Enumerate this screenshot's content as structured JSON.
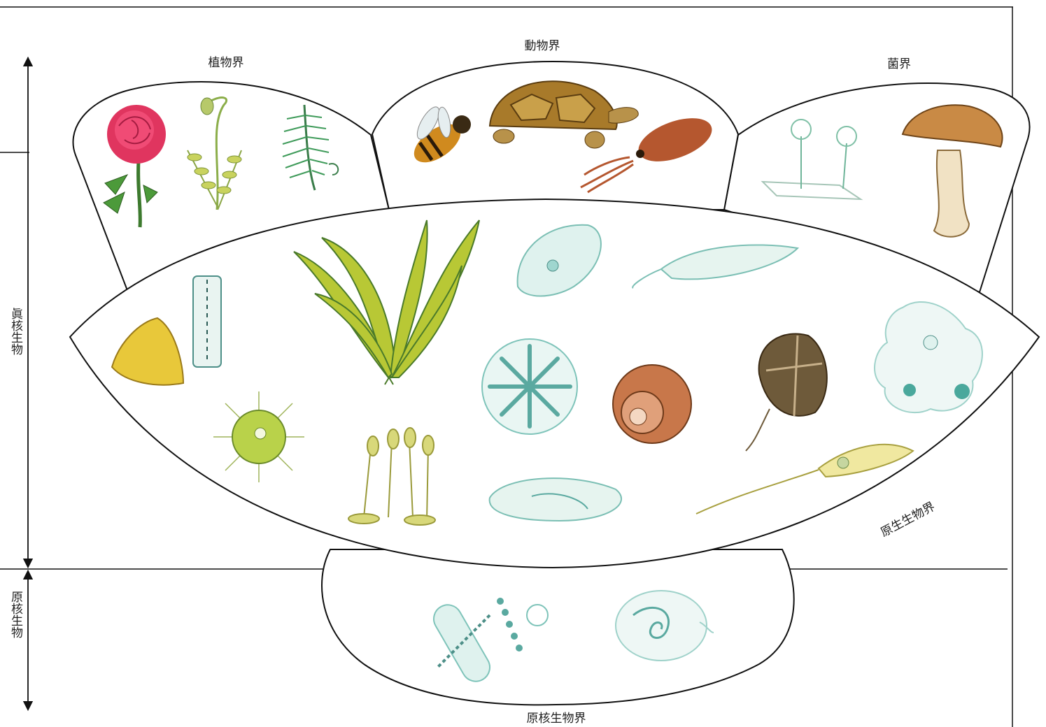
{
  "kingdoms": {
    "plant": "植物界",
    "animal": "動物界",
    "fungi": "菌界",
    "protist": "原生生物界",
    "monera": "原核生物界"
  },
  "side_labels": {
    "eukaryote": "眞核生物",
    "prokaryote": "原核生物"
  },
  "colors": {
    "line": "#111111",
    "rose": "#e0355f",
    "leaf": "#4c9a3a",
    "fern": "#3f9b5a",
    "bee": "#d08a1e",
    "turtle": "#a87a2a",
    "squid": "#b5572f",
    "mushroom_cap": "#c98a45",
    "mushroom_stem": "#f1e2c4",
    "kelp": "#b8c835",
    "protist_cyan": "#9fd6cf",
    "diatom": "#e8c83a",
    "shell": "#b8643a",
    "dinoflagellate": "#6e5a3a"
  },
  "icons": [
    "rose-icon",
    "moss-icon",
    "fern-icon",
    "bee-icon",
    "turtle-icon",
    "squid-icon",
    "mold-icon",
    "mushroom-icon",
    "kelp-icon",
    "diatom-icon",
    "pennate-diatom-icon",
    "radiolarian-icon",
    "slime-mold-icon",
    "euglena-icon",
    "paramecium-icon",
    "desmid-icon",
    "foraminifera-icon",
    "dinoflagellate-icon",
    "amoeba-icon",
    "trypanosome-icon",
    "ciliate-icon",
    "bacteria-icon",
    "cyanobacteria-icon"
  ]
}
